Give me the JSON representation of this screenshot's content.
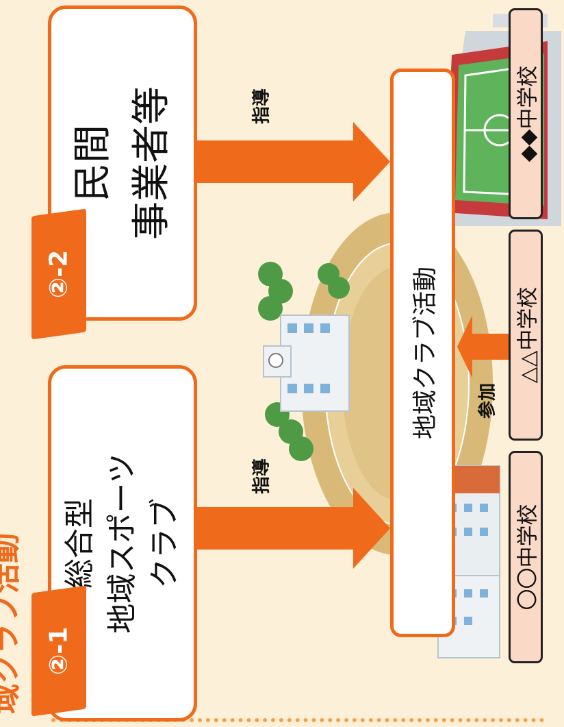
{
  "title_fragment": "域クラブ活動",
  "boxes": {
    "box_2_1": {
      "badge": "②-1",
      "lines": [
        "総合型",
        "地域スポーツ",
        "クラブ"
      ]
    },
    "box_2_2": {
      "badge": "②-2",
      "lines": [
        "民間",
        "事業者等"
      ]
    }
  },
  "center_box": {
    "label": "地域クラブ活動"
  },
  "arrows": {
    "guide_1": "指導",
    "guide_2": "指導",
    "participate": "参加"
  },
  "schools": [
    "〇〇中学校",
    "△△中学校",
    "◆◆中学校"
  ],
  "colors": {
    "accent": "#f06a1c",
    "background": "#fdf0d8",
    "school_fill": "#fbd9c7",
    "dots": "#f6a04c"
  }
}
